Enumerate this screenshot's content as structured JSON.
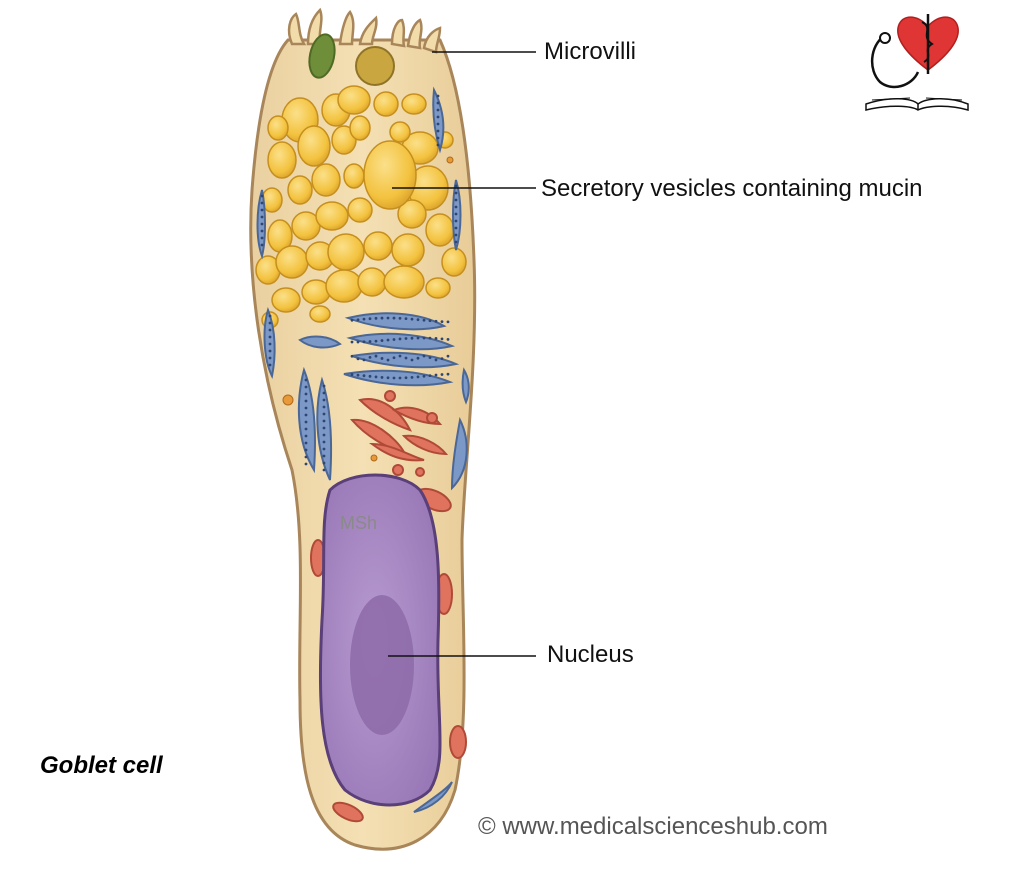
{
  "figure": {
    "title": "Goblet cell",
    "watermark": "MSh",
    "copyright": "© www.medicalscienceshub.com"
  },
  "labels": {
    "microvilli": "Microvilli",
    "secretory_vesicles": "Secretory vesicles containing mucin",
    "nucleus": "Nucleus"
  },
  "logo": {
    "description_icon": "heart-stethoscope-book-logo"
  },
  "colors": {
    "cytoplasm": "#f2dcaa",
    "membrane": "#a8865a",
    "vesicle": "#f3c23e",
    "vesicle_dark": "#e3a92a",
    "er": "#7b98c7",
    "mitochondria": "#e0735e",
    "nucleus": "#a88ac2",
    "nucleolus": "#8d6aa8",
    "logo_heart": "#e03535"
  }
}
